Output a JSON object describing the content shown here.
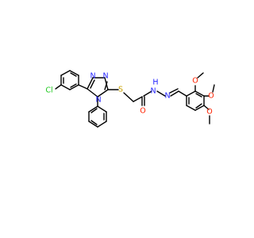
{
  "molecule": {
    "atoms": {
      "cl": "Cl",
      "s": "S",
      "n1": "N",
      "n2": "N",
      "n4": "N",
      "o_carbonyl": "O",
      "nh": "N",
      "h": "H",
      "n_imine": "N",
      "o1": "O",
      "o2": "O",
      "o3": "O"
    },
    "colors": {
      "carbon": "#000000",
      "nitrogen": "#2323ff",
      "oxygen": "#ff2200",
      "sulfur": "#c8a000",
      "chlorine": "#1fc81f",
      "background": "#ffffff"
    }
  }
}
